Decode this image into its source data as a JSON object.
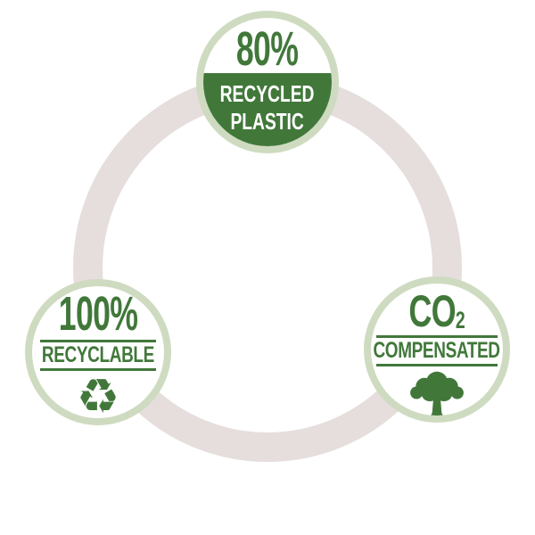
{
  "colors": {
    "green": "#41783A",
    "sage_ring": "#CEDBC0",
    "circle_ring": "#E5DEDD",
    "background": "#FFFFFF"
  },
  "badges": {
    "top": {
      "value": "80%",
      "label_line1": "RECYCLED",
      "label_line2": "PLASTIC"
    },
    "left": {
      "value": "100%",
      "label": "RECYCLABLE",
      "icon": "recycle-icon",
      "icon_glyph": "♻"
    },
    "right": {
      "value": "CO",
      "value_subscript": "2",
      "label": "COMPENSATED",
      "icon": "tree-icon"
    }
  }
}
